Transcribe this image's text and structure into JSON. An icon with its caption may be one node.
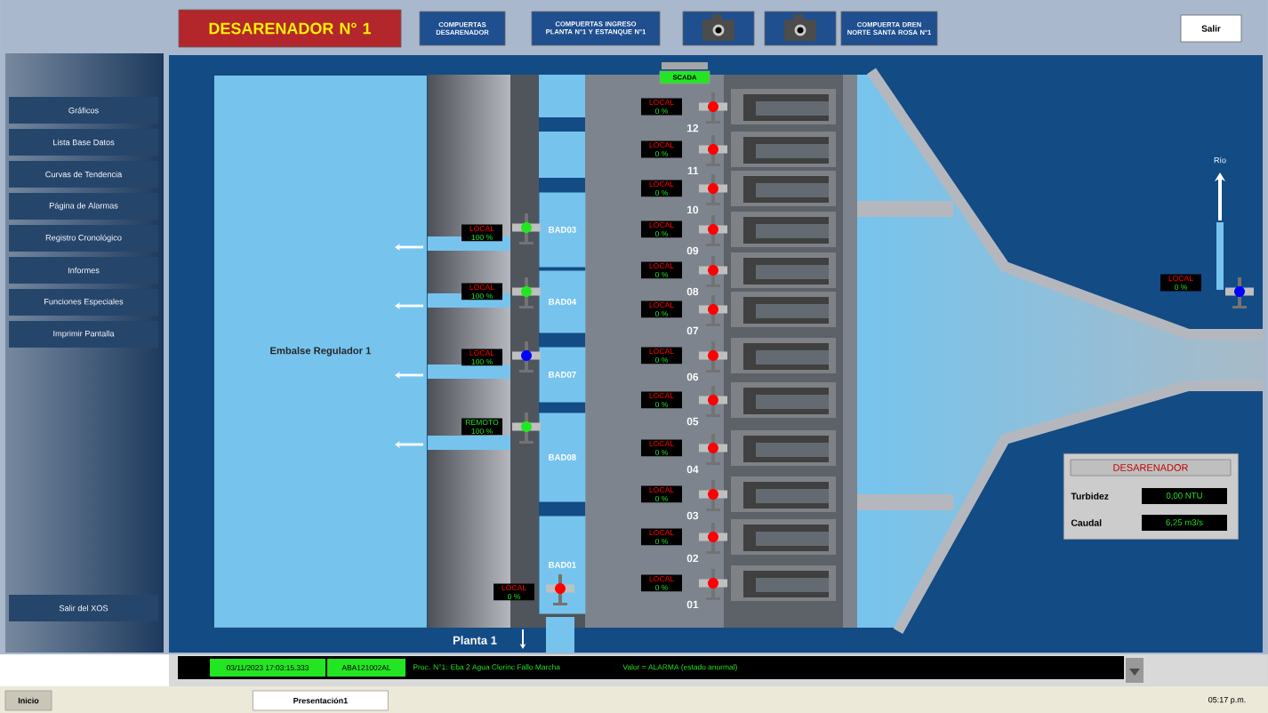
{
  "diagram": {
    "nodes": [
      {
        "text": [
          "DESARENADOR N° 1"
        ]
      },
      {
        "text": [
          "COMPUERTAS DESARENADOR"
        ]
      },
      {
        "text": [
          "COMPUERTAS INGRESO PLANTA N°1 Y ESTANQUE N°1"
        ]
      },
      {
        "text": [],
        "shape": "box"
      },
      {
        "text": [],
        "shape": "box"
      },
      {
        "text": [
          "COMPUERTA DREN NORTE SANTA ROSA N°1"
        ]
      },
      {
        "text": [
          "Salir"
        ]
      },
      {
        "text": [
          "Gráficos"
        ]
      },
      {
        "text": [
          "Lista Base Datos"
        ]
      },
      {
        "text": [
          "Curvas de Tendencia"
        ]
      },
      {
        "text": [
          "Página de Alarmas"
        ]
      },
      {
        "text": [
          "Registro Cronológico"
        ]
      },
      {
        "text": [
          "Informes"
        ]
      },
      {
        "text": [
          "Funciones Especiales"
        ]
      },
      {
        "text": [
          "Imprimir Pantalla"
        ]
      },
      {
        "text": [
          "Salir del XOS"
        ]
      },
      {
        "text": [
          "Embalse Regulador 1"
        ]
      },
      {
        "text": [
          "BAD03"
        ]
      },
      {
        "text": [
          "BAD04"
        ]
      },
      {
        "text": [
          "BAD07"
        ]
      },
      {
        "text": [
          "BAD08"
        ]
      },
      {
        "text": [
          "BAD01"
        ]
      },
      {
        "text": [
          "LOCAL",
          "100 %"
        ]
      },
      {
        "text": [
          "LOCAL",
          "100 %"
        ]
      },
      {
        "text": [
          "LOCAL",
          "100 %"
        ]
      },
      {
        "text": [
          "REMOTO",
          "100 %"
        ]
      },
      {
        "text": [
          "LOCAL",
          "0 %"
        ]
      },
      {
        "text": [
          "LOCAL",
          "0 %"
        ],
        "beside": [
          "12"
        ]
      },
      {
        "text": [
          "LOCAL",
          "0 %"
        ],
        "beside": [
          "11"
        ]
      },
      {
        "text": [
          "LOCAL",
          "0 %"
        ],
        "beside": [
          "10"
        ]
      },
      {
        "text": [
          "LOCAL",
          "0 %"
        ],
        "beside": [
          "09"
        ]
      },
      {
        "text": [
          "LOCAL",
          "0 %"
        ],
        "beside": [
          "08"
        ]
      },
      {
        "text": [
          "LOCAL",
          "0 %"
        ],
        "beside": [
          "07"
        ]
      },
      {
        "text": [
          "LOCAL",
          "0 %"
        ],
        "beside": [
          "06"
        ]
      },
      {
        "text": [
          "LOCAL",
          "0 %"
        ],
        "beside": [
          "05"
        ]
      },
      {
        "text": [
          "LOCAL",
          "0 %"
        ],
        "beside": [
          "04"
        ]
      },
      {
        "text": [
          "LOCAL",
          "0 %"
        ],
        "beside": [
          "03"
        ]
      },
      {
        "text": [
          "LOCAL",
          "0 %"
        ],
        "beside": [
          "02"
        ]
      },
      {
        "text": [
          "LOCAL",
          "0 %"
        ],
        "beside": [
          "01"
        ]
      },
      {
        "text": [
          "LOCAL",
          "0 %"
        ]
      },
      {
        "text": [
          "DESARENADOR",
          "Turbidez",
          "0,00 NTU",
          "Caudal",
          "6,25 m3/s"
        ]
      },
      {
        "text": [
          "SCADA"
        ]
      }
    ],
    "labels": [
      "Río",
      "Planta 1",
      "03/11/2023 17:03:15.333",
      "ABA121002AL",
      "Proc. N°1: Eba 2 Agua Clorinc Fallo Marcha",
      "Valor = ALARMA (estado anormal)",
      "Inicio",
      "Presentación1",
      "05:17 p.m."
    ]
  }
}
